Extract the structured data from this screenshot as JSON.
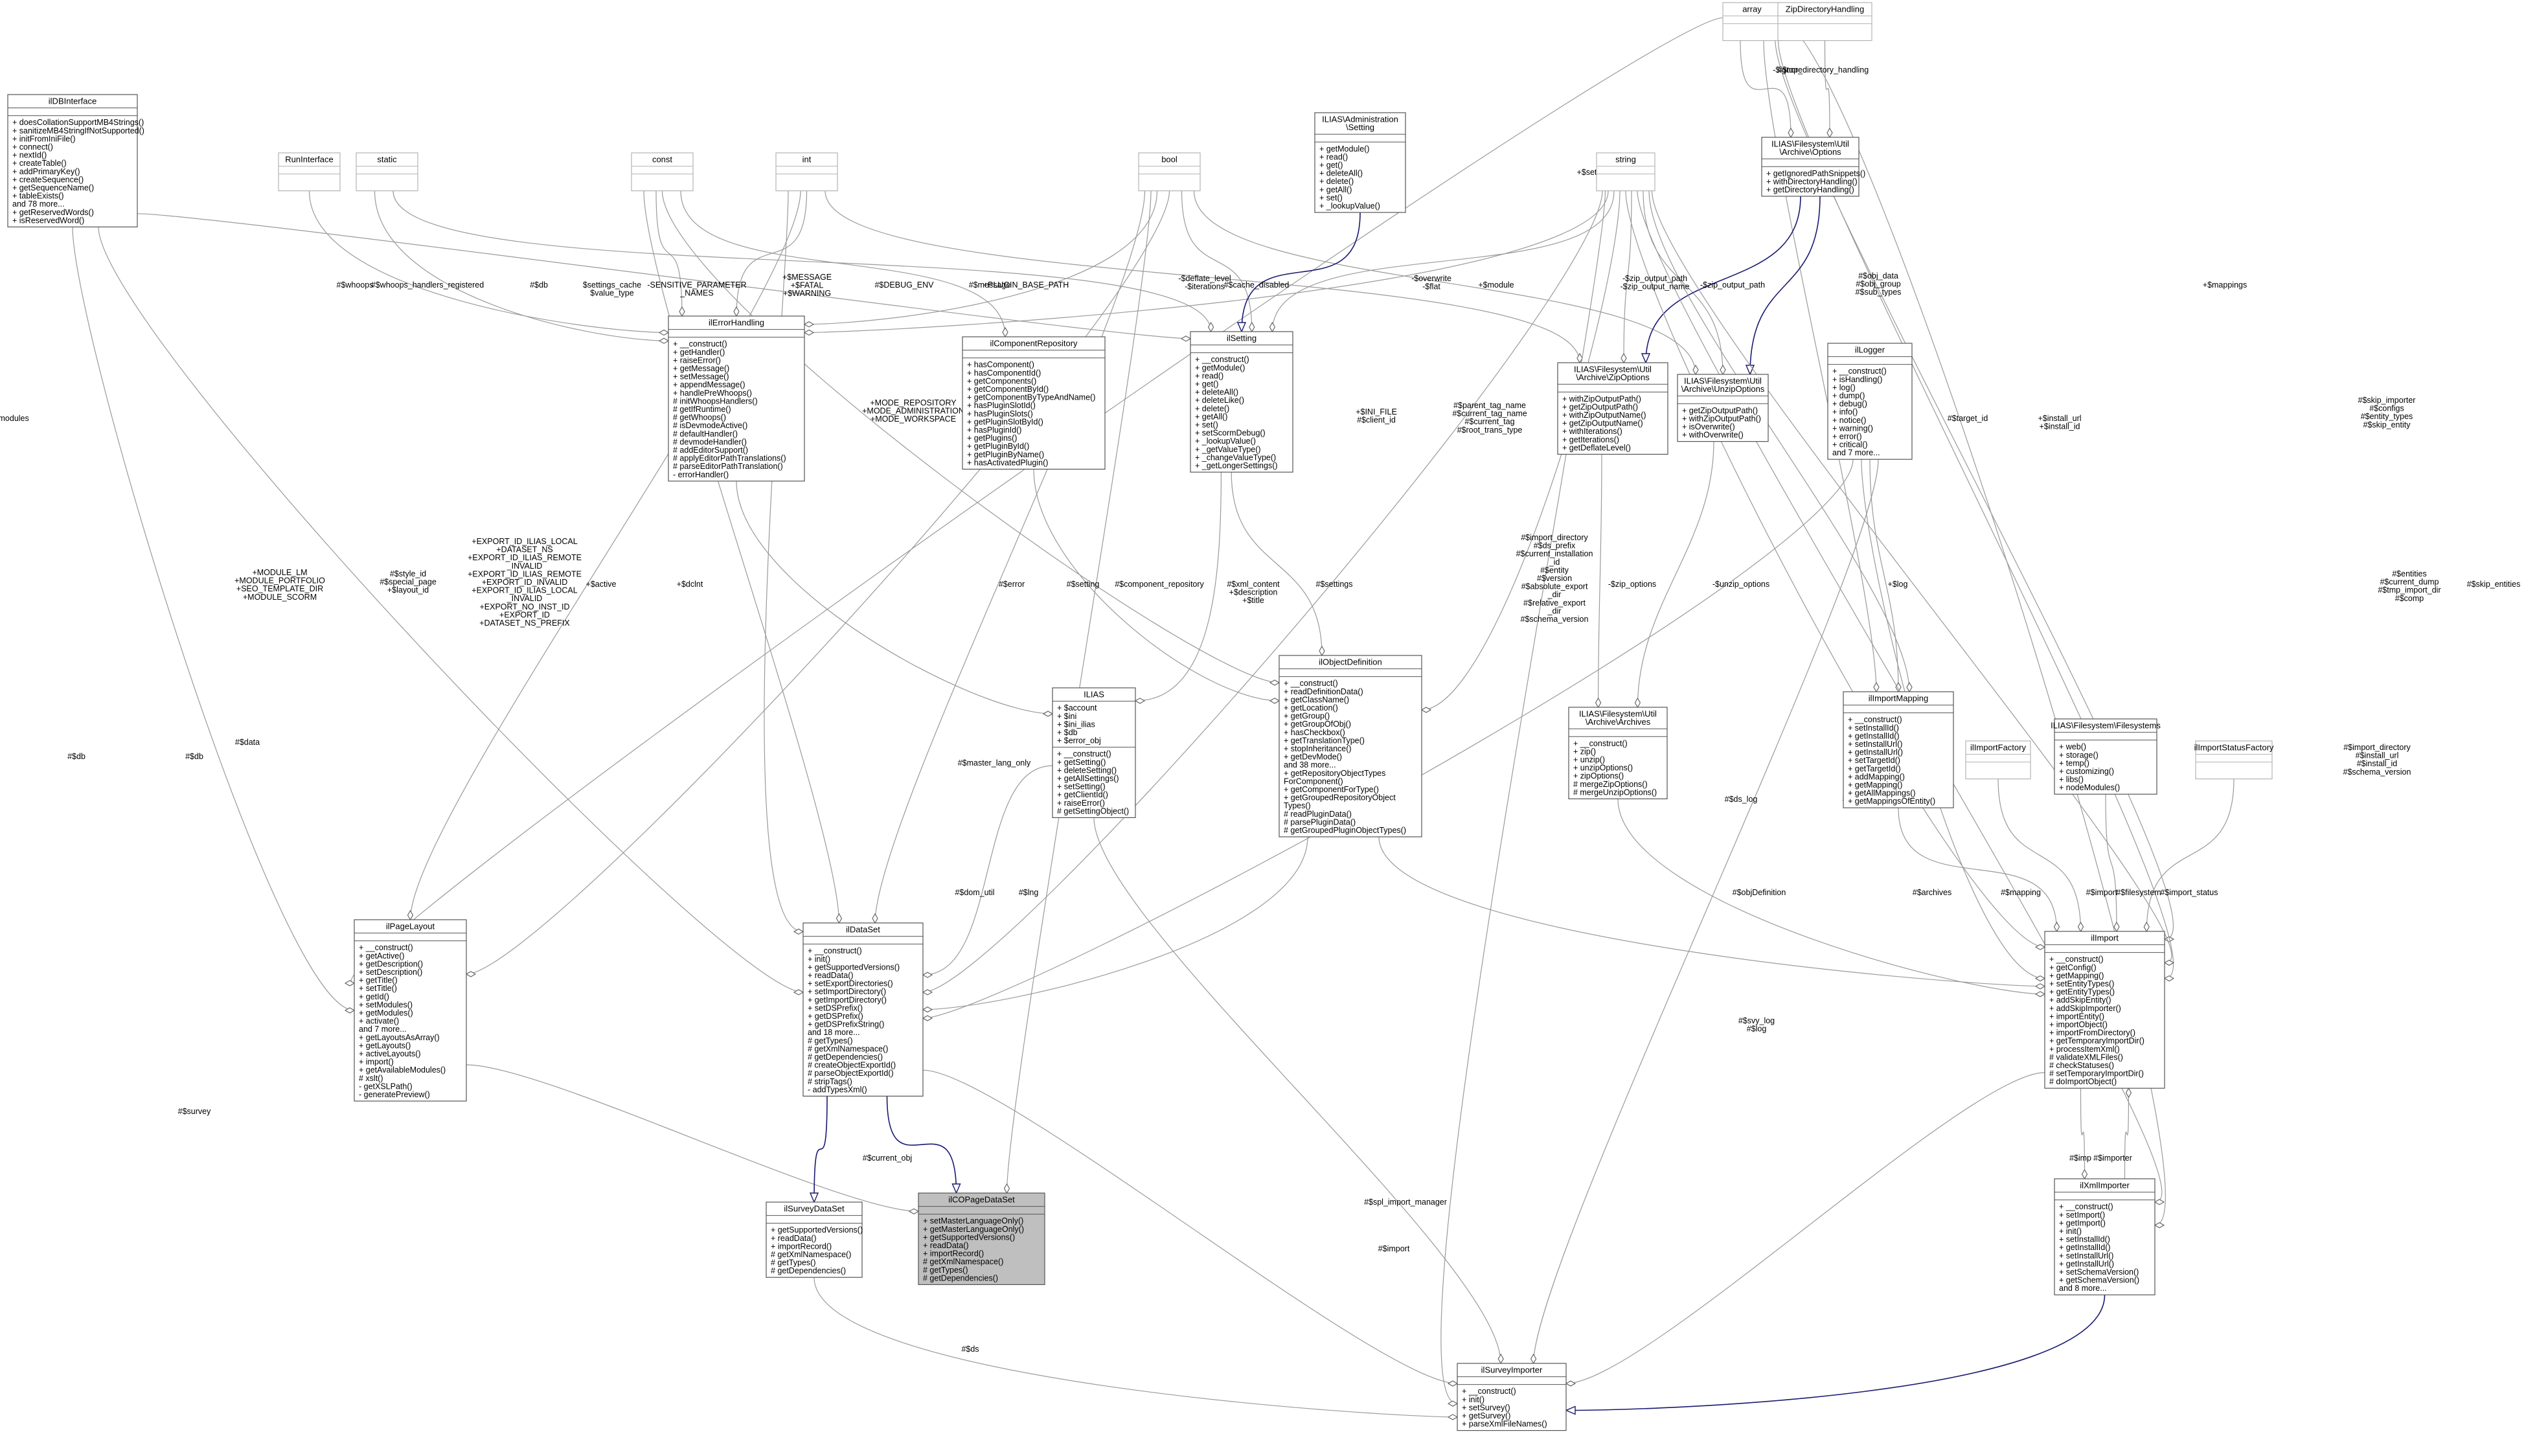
{
  "classes": [
    {
      "id": "array",
      "name": [
        "array"
      ],
      "attrs": [],
      "methods": []
    },
    {
      "id": "zipdir",
      "name": [
        "ZipDirectoryHandling"
      ],
      "attrs": [],
      "methods": []
    },
    {
      "id": "archopt",
      "name": [
        "ILIAS\\Filesystem\\Util",
        "\\Archive\\Options"
      ],
      "attrs": [],
      "methods": [
        "+ getIgnoredPathSnippets()",
        "+ withDirectoryHandling()",
        "+ getDirectoryHandling()"
      ]
    },
    {
      "id": "dbint",
      "name": [
        "ilDBInterface"
      ],
      "attrs": [],
      "methods": [
        "+ doesCollationSupportMB4Strings()",
        "+ sanitizeMB4StringIfNotSupported()",
        "+ initFromIniFile()",
        "+ connect()",
        "+ nextId()",
        "+ createTable()",
        "+ addPrimaryKey()",
        "+ createSequence()",
        "+ getSequenceName()",
        "+ tableExists()",
        "and 78 more...",
        "+ getReservedWords()",
        "+ isReservedWord()"
      ]
    },
    {
      "id": "runint",
      "name": [
        "RunInterface"
      ],
      "attrs": [],
      "methods": []
    },
    {
      "id": "static",
      "name": [
        "static"
      ],
      "attrs": [],
      "methods": []
    },
    {
      "id": "const",
      "name": [
        "const"
      ],
      "attrs": [],
      "methods": []
    },
    {
      "id": "int",
      "name": [
        "int"
      ],
      "attrs": [],
      "methods": []
    },
    {
      "id": "bool",
      "name": [
        "bool"
      ],
      "attrs": [],
      "methods": []
    },
    {
      "id": "admset",
      "name": [
        "ILIAS\\Administration",
        "\\Setting"
      ],
      "attrs": [],
      "methods": [
        "+ getModule()",
        "+ read()",
        "+ get()",
        "+ deleteAll()",
        "+ delete()",
        "+ getAll()",
        "+ set()",
        "+ _lookupValue()"
      ]
    },
    {
      "id": "string",
      "name": [
        "string"
      ],
      "attrs": [],
      "methods": []
    },
    {
      "id": "errh",
      "name": [
        "ilErrorHandling"
      ],
      "attrs": [],
      "methods": [
        "+ __construct()",
        "+ getHandler()",
        "+ raiseError()",
        "+ getMessage()",
        "+ setMessage()",
        "+ appendMessage()",
        "+ handlePreWhoops()",
        "# initWhoopsHandlers()",
        "# getIfRuntime()",
        "# getWhoops()",
        "# isDevmodeActive()",
        "# defaultHandler()",
        "# devmodeHandler()",
        "# addEditorSupport()",
        "# applyEditorPathTranslations()",
        "# parseEditorPathTranslation()",
        "- errorHandler()"
      ]
    },
    {
      "id": "comprepo",
      "name": [
        "ilComponentRepository"
      ],
      "attrs": [],
      "methods": [
        "+ hasComponent()",
        "+ hasComponentId()",
        "+ getComponents()",
        "+ getComponentById()",
        "+ getComponentByTypeAndName()",
        "+ hasPluginSlotId()",
        "+ hasPluginSlots()",
        "+ getPluginSlotById()",
        "+ hasPluginId()",
        "+ getPlugins()",
        "+ getPluginById()",
        "+ getPluginByName()",
        "+ hasActivatedPlugin()"
      ]
    },
    {
      "id": "ilsetting",
      "name": [
        "ilSetting"
      ],
      "attrs": [],
      "methods": [
        "+ __construct()",
        "+ getModule()",
        "+ read()",
        "+ get()",
        "+ deleteAll()",
        "+ deleteLike()",
        "+ delete()",
        "+ getAll()",
        "+ set()",
        "+ setScormDebug()",
        "+ _lookupValue()",
        "+ _getValueType()",
        "+ _changeValueType()",
        "+ _getLongerSettings()"
      ]
    },
    {
      "id": "zipopt",
      "name": [
        "ILIAS\\Filesystem\\Util",
        "\\Archive\\ZipOptions"
      ],
      "attrs": [],
      "methods": [
        "+ withZipOutputPath()",
        "+ getZipOutputPath()",
        "+ withZipOutputName()",
        "+ getZipOutputName()",
        "+ withIterations()",
        "+ getIterations()",
        "+ getDeflateLevel()"
      ]
    },
    {
      "id": "unzipopt",
      "name": [
        "ILIAS\\Filesystem\\Util",
        "\\Archive\\UnzipOptions"
      ],
      "attrs": [],
      "methods": [
        "+ getZipOutputPath()",
        "+ withZipOutputPath()",
        "+ isOverwrite()",
        "+ withOverwrite()"
      ]
    },
    {
      "id": "logger",
      "name": [
        "ilLogger"
      ],
      "attrs": [],
      "methods": [
        "+ __construct()",
        "+ isHandling()",
        "+ log()",
        "+ dump()",
        "+ debug()",
        "+ info()",
        "+ notice()",
        "+ warning()",
        "+ error()",
        "+ critical()",
        "and 7 more..."
      ]
    },
    {
      "id": "ilias",
      "name": [
        "ILIAS"
      ],
      "attrs": [
        "+ $account",
        "+ $ini",
        "+ $ini_ilias",
        "+ $db",
        "+ $error_obj"
      ],
      "methods": [
        "+ __construct()",
        "+ getSetting()",
        "+ deleteSetting()",
        "+ getAllSettings()",
        "+ setSetting()",
        "+ getClientId()",
        "+ raiseError()",
        "# getSettingObject()"
      ]
    },
    {
      "id": "objdef",
      "name": [
        "ilObjectDefinition"
      ],
      "attrs": [],
      "methods": [
        "+ __construct()",
        "+ readDefinitionData()",
        "+ getClassName()",
        "+ getLocation()",
        "+ getGroup()",
        "+ getGroupOfObj()",
        "+ hasCheckbox()",
        "+ getTranslationType()",
        "+ stopInheritance()",
        "+ getDevMode()",
        "and 38 more...",
        "+ getRepositoryObjectTypes",
        "ForComponent()",
        "+ getComponentForType()",
        "+ getGroupedRepositoryObject",
        "Types()",
        "# readPluginData()",
        "# parsePluginData()",
        "# getGroupedPluginObjectTypes()"
      ]
    },
    {
      "id": "archives",
      "name": [
        "ILIAS\\Filesystem\\Util",
        "\\Archive\\Archives"
      ],
      "attrs": [],
      "methods": [
        "+ __construct()",
        "+ zip()",
        "+ unzip()",
        "+ unzipOptions()",
        "+ zipOptions()",
        "# mergeZipOptions()",
        "# mergeUnzipOptions()"
      ]
    },
    {
      "id": "impmap",
      "name": [
        "ilImportMapping"
      ],
      "attrs": [],
      "methods": [
        "+ __construct()",
        "+ setInstallId()",
        "+ getInstallId()",
        "+ setInstallUrl()",
        "+ getInstallUrl()",
        "+ setTargetId()",
        "+ getTargetId()",
        "+ addMapping()",
        "+ getMapping()",
        "+ getAllMappings()",
        "+ getMappingsOfEntity()"
      ]
    },
    {
      "id": "impfac",
      "name": [
        "ilImportFactory"
      ],
      "attrs": [],
      "methods": []
    },
    {
      "id": "fsfs",
      "name": [
        "ILIAS\\Filesystem\\Filesystems"
      ],
      "attrs": [],
      "methods": [
        "+ web()",
        "+ storage()",
        "+ temp()",
        "+ customizing()",
        "+ libs()",
        "+ nodeModules()"
      ]
    },
    {
      "id": "impstat",
      "name": [
        "ilImportStatusFactory"
      ],
      "attrs": [],
      "methods": []
    },
    {
      "id": "pagelayout",
      "name": [
        "ilPageLayout"
      ],
      "attrs": [],
      "methods": [
        "+ __construct()",
        "+ getActive()",
        "+ getDescription()",
        "+ setDescription()",
        "+ getTitle()",
        "+ setTitle()",
        "+ getId()",
        "+ setModules()",
        "+ getModules()",
        "+ activate()",
        "and 7 more...",
        "+ getLayoutsAsArray()",
        "+ getLayouts()",
        "+ activeLayouts()",
        "+ import()",
        "+ getAvailableModules()",
        "# xslt()",
        "- getXSLPath()",
        "- generatePreview()"
      ]
    },
    {
      "id": "dataset",
      "name": [
        "ilDataSet"
      ],
      "attrs": [],
      "methods": [
        "+ __construct()",
        "+ init()",
        "+ getSupportedVersions()",
        "+ readData()",
        "+ setExportDirectories()",
        "+ setImportDirectory()",
        "+ getImportDirectory()",
        "+ setDSPrefix()",
        "+ getDSPrefix()",
        "+ getDSPrefixString()",
        "and 18 more...",
        "# getTypes()",
        "# getXmlNamespace()",
        "# getDependencies()",
        "# createObjectExportId()",
        "# parseObjectExportId()",
        "# stripTags()",
        "- addTypesXml()"
      ]
    },
    {
      "id": "import",
      "name": [
        "ilImport"
      ],
      "attrs": [],
      "methods": [
        "+ __construct()",
        "+ getConfig()",
        "+ getMapping()",
        "+ setEntityTypes()",
        "+ getEntityTypes()",
        "+ addSkipEntity()",
        "+ addSkipImporter()",
        "+ importEntity()",
        "+ importObject()",
        "+ importFromDirectory()",
        "+ getTemporaryImportDir()",
        "+ processItemXml()",
        "# validateXMLFiles()",
        "# checkStatuses()",
        "# setTemporaryImportDir()",
        "# doImportObject()"
      ]
    },
    {
      "id": "survds",
      "name": [
        "ilSurveyDataSet"
      ],
      "attrs": [],
      "methods": [
        "+ getSupportedVersions()",
        "+ readData()",
        "+ importRecord()",
        "# getXmlNamespace()",
        "# getTypes()",
        "# getDependencies()"
      ]
    },
    {
      "id": "copage",
      "name": [
        "ilCOPageDataSet"
      ],
      "attrs": [],
      "methods": [
        "+ setMasterLanguageOnly()",
        "+ getMasterLanguageOnly()",
        "+ getSupportedVersions()",
        "+ readData()",
        "+ importRecord()",
        "# getXmlNamespace()",
        "# getTypes()",
        "# getDependencies()"
      ]
    },
    {
      "id": "xmlimp",
      "name": [
        "ilXmlImporter"
      ],
      "attrs": [],
      "methods": [
        "+ __construct()",
        "+ setImport()",
        "+ getImport()",
        "+ init()",
        "+ setInstallId()",
        "+ getInstallId()",
        "+ setInstallUrl()",
        "+ getInstallUrl()",
        "+ setSchemaVersion()",
        "+ getSchemaVersion()",
        "and 8 more..."
      ]
    },
    {
      "id": "survimp",
      "name": [
        "ilSurveyImporter"
      ],
      "attrs": [],
      "methods": [
        "+ __construct()",
        "+ init()",
        "+ setSurvey()",
        "+ getSurvey()",
        "+ parseXmlFileNames()"
      ]
    }
  ],
  "edge_labels": [
    {
      "id": "l_ignore",
      "lines": [
        "-$ignore"
      ]
    },
    {
      "id": "l_topdir",
      "lines": [
        "#$top_directory_handling"
      ]
    },
    {
      "id": "l_modules",
      "lines": [
        "+$modules"
      ]
    },
    {
      "id": "l_setting",
      "lines": [
        "+$setting"
      ]
    },
    {
      "id": "l_message",
      "lines": [
        "+$MESSAGE",
        "+$FATAL",
        "+$WARNING"
      ]
    },
    {
      "id": "l_whoops",
      "lines": [
        "#$whoops"
      ]
    },
    {
      "id": "l_whoopsreg",
      "lines": [
        "#$whoops_handlers_registered"
      ]
    },
    {
      "id": "l_db1",
      "lines": [
        "#$db"
      ]
    },
    {
      "id": "l_settcache",
      "lines": [
        "$settings_cache",
        "$value_type"
      ]
    },
    {
      "id": "l_sensitive",
      "lines": [
        "-SENSITIVE_PARAMETER",
        "_NAMES"
      ]
    },
    {
      "id": "l_devenv",
      "lines": [
        "#$DEBUG_ENV"
      ]
    },
    {
      "id": "l_msg2",
      "lines": [
        "#$message"
      ]
    },
    {
      "id": "l_pluginbase",
      "lines": [
        "+PLUGIN_BASE_PATH"
      ]
    },
    {
      "id": "l_deflate",
      "lines": [
        "-$deflate_level",
        "-$iterations"
      ]
    },
    {
      "id": "l_cachedis",
      "lines": [
        "#$cache_disabled"
      ]
    },
    {
      "id": "l_overwrite",
      "lines": [
        "-$overwrite",
        "-$flat"
      ]
    },
    {
      "id": "l_module",
      "lines": [
        "+$module"
      ]
    },
    {
      "id": "l_zipout",
      "lines": [
        "-$zip_output_path",
        "-$zip_output_name"
      ]
    },
    {
      "id": "l_zipout2",
      "lines": [
        "-$zip_output_path"
      ]
    },
    {
      "id": "l_objdata",
      "lines": [
        "#$obj_data",
        "#$obj_group",
        "#$sub_types"
      ]
    },
    {
      "id": "l_mappings",
      "lines": [
        "+$mappings"
      ]
    },
    {
      "id": "l_skipimp",
      "lines": [
        "#$skip_importer",
        "#$configs",
        "#$entity_types",
        "#$skip_entity"
      ]
    },
    {
      "id": "l_modrepo",
      "lines": [
        "+MODE_REPOSITORY",
        "+MODE_ADMINISTRATION",
        "+MODE_WORKSPACE"
      ]
    },
    {
      "id": "l_inifile",
      "lines": [
        "+$INI_FILE",
        "#$client_id"
      ]
    },
    {
      "id": "l_parenttag",
      "lines": [
        "#$parent_tag_name",
        "#$current_tag_name",
        "#$current_tag",
        "#$root_trans_type"
      ]
    },
    {
      "id": "l_installurl",
      "lines": [
        "+$install_url",
        "+$install_id"
      ]
    },
    {
      "id": "l_targetid",
      "lines": [
        "#$target_id"
      ]
    },
    {
      "id": "l_zipoptions",
      "lines": [
        "-$zip_options"
      ]
    },
    {
      "id": "l_unzipoptions",
      "lines": [
        "-$unzip_options"
      ]
    },
    {
      "id": "l_export",
      "lines": [
        "+EXPORT_ID_ILIAS_LOCAL",
        "+DATASET_NS",
        "+EXPORT_ID_ILIAS_REMOTE",
        "_INVALID",
        "+EXPORT_ID_ILIAS_REMOTE",
        "+EXPORT_ID_INVALID",
        "+EXPORT_ID_ILIAS_LOCAL",
        "_INVALID",
        "+EXPORT_NO_INST_ID",
        "+EXPORT_ID",
        "+DATASET_NS_PREFIX"
      ]
    },
    {
      "id": "l_modulelm",
      "lines": [
        "+MODULE_LM",
        "+MODULE_PORTFOLIO",
        "+SEO_TEMPLATE_DIR",
        "+MODULE_SCORM"
      ]
    },
    {
      "id": "l_styleid",
      "lines": [
        "#$style_id",
        "#$special_page",
        "+$layout_id"
      ]
    },
    {
      "id": "l_active",
      "lines": [
        "+$active"
      ]
    },
    {
      "id": "l_dclnt",
      "lines": [
        "+$dclnt"
      ]
    },
    {
      "id": "l_error",
      "lines": [
        "#$error"
      ]
    },
    {
      "id": "l_setting2",
      "lines": [
        "#$setting"
      ]
    },
    {
      "id": "l_comprepo",
      "lines": [
        "#$component_repository"
      ]
    },
    {
      "id": "l_xmlcontent",
      "lines": [
        "#$xml_content",
        "+$description",
        "+$title"
      ]
    },
    {
      "id": "l_settings",
      "lines": [
        "#$settings"
      ]
    },
    {
      "id": "l_impdir",
      "lines": [
        "#$import_directory",
        "#$ds_prefix",
        "#$current_installation",
        "_id",
        "#$entity",
        "#$version",
        "#$absolute_export",
        "_dir",
        "#$relative_export",
        "_dir",
        "#$schema_version"
      ]
    },
    {
      "id": "l_log",
      "lines": [
        "+$log"
      ]
    },
    {
      "id": "l_entities",
      "lines": [
        "#$entities",
        "#$current_dump",
        "#$tmp_import_dir",
        "#$comp"
      ]
    },
    {
      "id": "l_skipent",
      "lines": [
        "#$skip_entities"
      ]
    },
    {
      "id": "l_impdir2",
      "lines": [
        "#$import_directory",
        "#$install_url",
        "#$install_id",
        "#$schema_version"
      ]
    },
    {
      "id": "l_data",
      "lines": [
        "#$data"
      ]
    },
    {
      "id": "l_db2",
      "lines": [
        "#$db"
      ]
    },
    {
      "id": "l_db3",
      "lines": [
        "#$db"
      ]
    },
    {
      "id": "l_survey",
      "lines": [
        "#$survey"
      ]
    },
    {
      "id": "l_mastlang",
      "lines": [
        "#$master_lang_only"
      ]
    },
    {
      "id": "l_domutil",
      "lines": [
        "#$dom_util"
      ]
    },
    {
      "id": "l_lng",
      "lines": [
        "#$lng"
      ]
    },
    {
      "id": "l_dslog",
      "lines": [
        "#$ds_log"
      ]
    },
    {
      "id": "l_log2",
      "lines": [
        "#$log"
      ]
    },
    {
      "id": "l_objdef",
      "lines": [
        "#$objDefinition"
      ]
    },
    {
      "id": "l_archives",
      "lines": [
        "#$archives"
      ]
    },
    {
      "id": "l_mapping",
      "lines": [
        "#$mapping"
      ]
    },
    {
      "id": "l_import",
      "lines": [
        "#$import"
      ]
    },
    {
      "id": "l_filesystem",
      "lines": [
        "#$filesystem"
      ]
    },
    {
      "id": "l_impstatus",
      "lines": [
        "#$import_status"
      ]
    },
    {
      "id": "l_currentobj",
      "lines": [
        "#$current_obj"
      ]
    },
    {
      "id": "l_svylog",
      "lines": [
        "#$svy_log",
        "#$log"
      ]
    },
    {
      "id": "l_splimp",
      "lines": [
        "#$spl_import_manager"
      ]
    },
    {
      "id": "l_import2",
      "lines": [
        "#$import"
      ]
    },
    {
      "id": "l_imp",
      "lines": [
        "#$imp"
      ]
    },
    {
      "id": "l_importer",
      "lines": [
        "#$importer"
      ]
    },
    {
      "id": "l_ds",
      "lines": [
        "#$ds"
      ]
    }
  ],
  "colors": {
    "box_border": "#555555",
    "highlight_fill": "#bfbfbf",
    "dependency_edge": "#9a9a9a",
    "inherit_edge": "#191970",
    "placeholder_border": "#b3b3b3"
  }
}
